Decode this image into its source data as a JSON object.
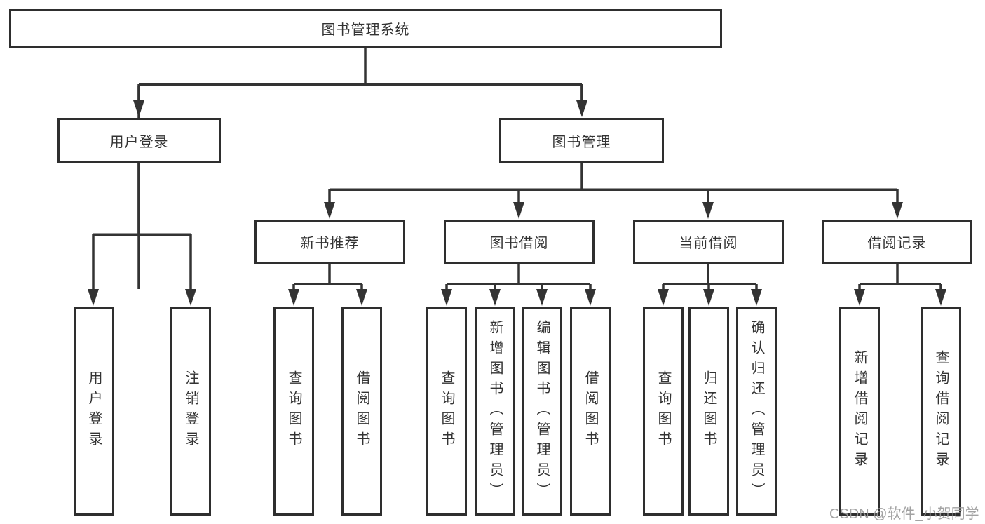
{
  "diagram": {
    "root": {
      "label": "图书管理系统"
    },
    "level2": {
      "user_login": {
        "label": "用户登录"
      },
      "book_mgmt": {
        "label": "图书管理"
      }
    },
    "level3": {
      "new_book": {
        "label": "新书推荐"
      },
      "book_borrow": {
        "label": "图书借阅"
      },
      "current_borrow": {
        "label": "当前借阅"
      },
      "borrow_records": {
        "label": "借阅记录"
      }
    },
    "leaves": {
      "login": "用户登录",
      "logout": "注销登录",
      "nb_query": "查询图书",
      "nb_borrow": "借阅图书",
      "bw_query": "查询图书",
      "bw_add": "新增图书（管理员）",
      "bw_edit": "编辑图书（管理员）",
      "bw_borrow": "借阅图书",
      "cur_query": "查询图书",
      "cur_return": "归还图书",
      "cur_confirm": "确认归还（管理员）",
      "rec_add": "新增借阅记录",
      "rec_query": "查询借阅记录"
    }
  },
  "watermark": {
    "text": "CSDN @软件_小贺同学"
  },
  "colors": {
    "line": "#333333",
    "box_border": "#2e2e2e",
    "text": "#333333",
    "watermark_text": "#9b9b9b",
    "background": "#ffffff"
  }
}
